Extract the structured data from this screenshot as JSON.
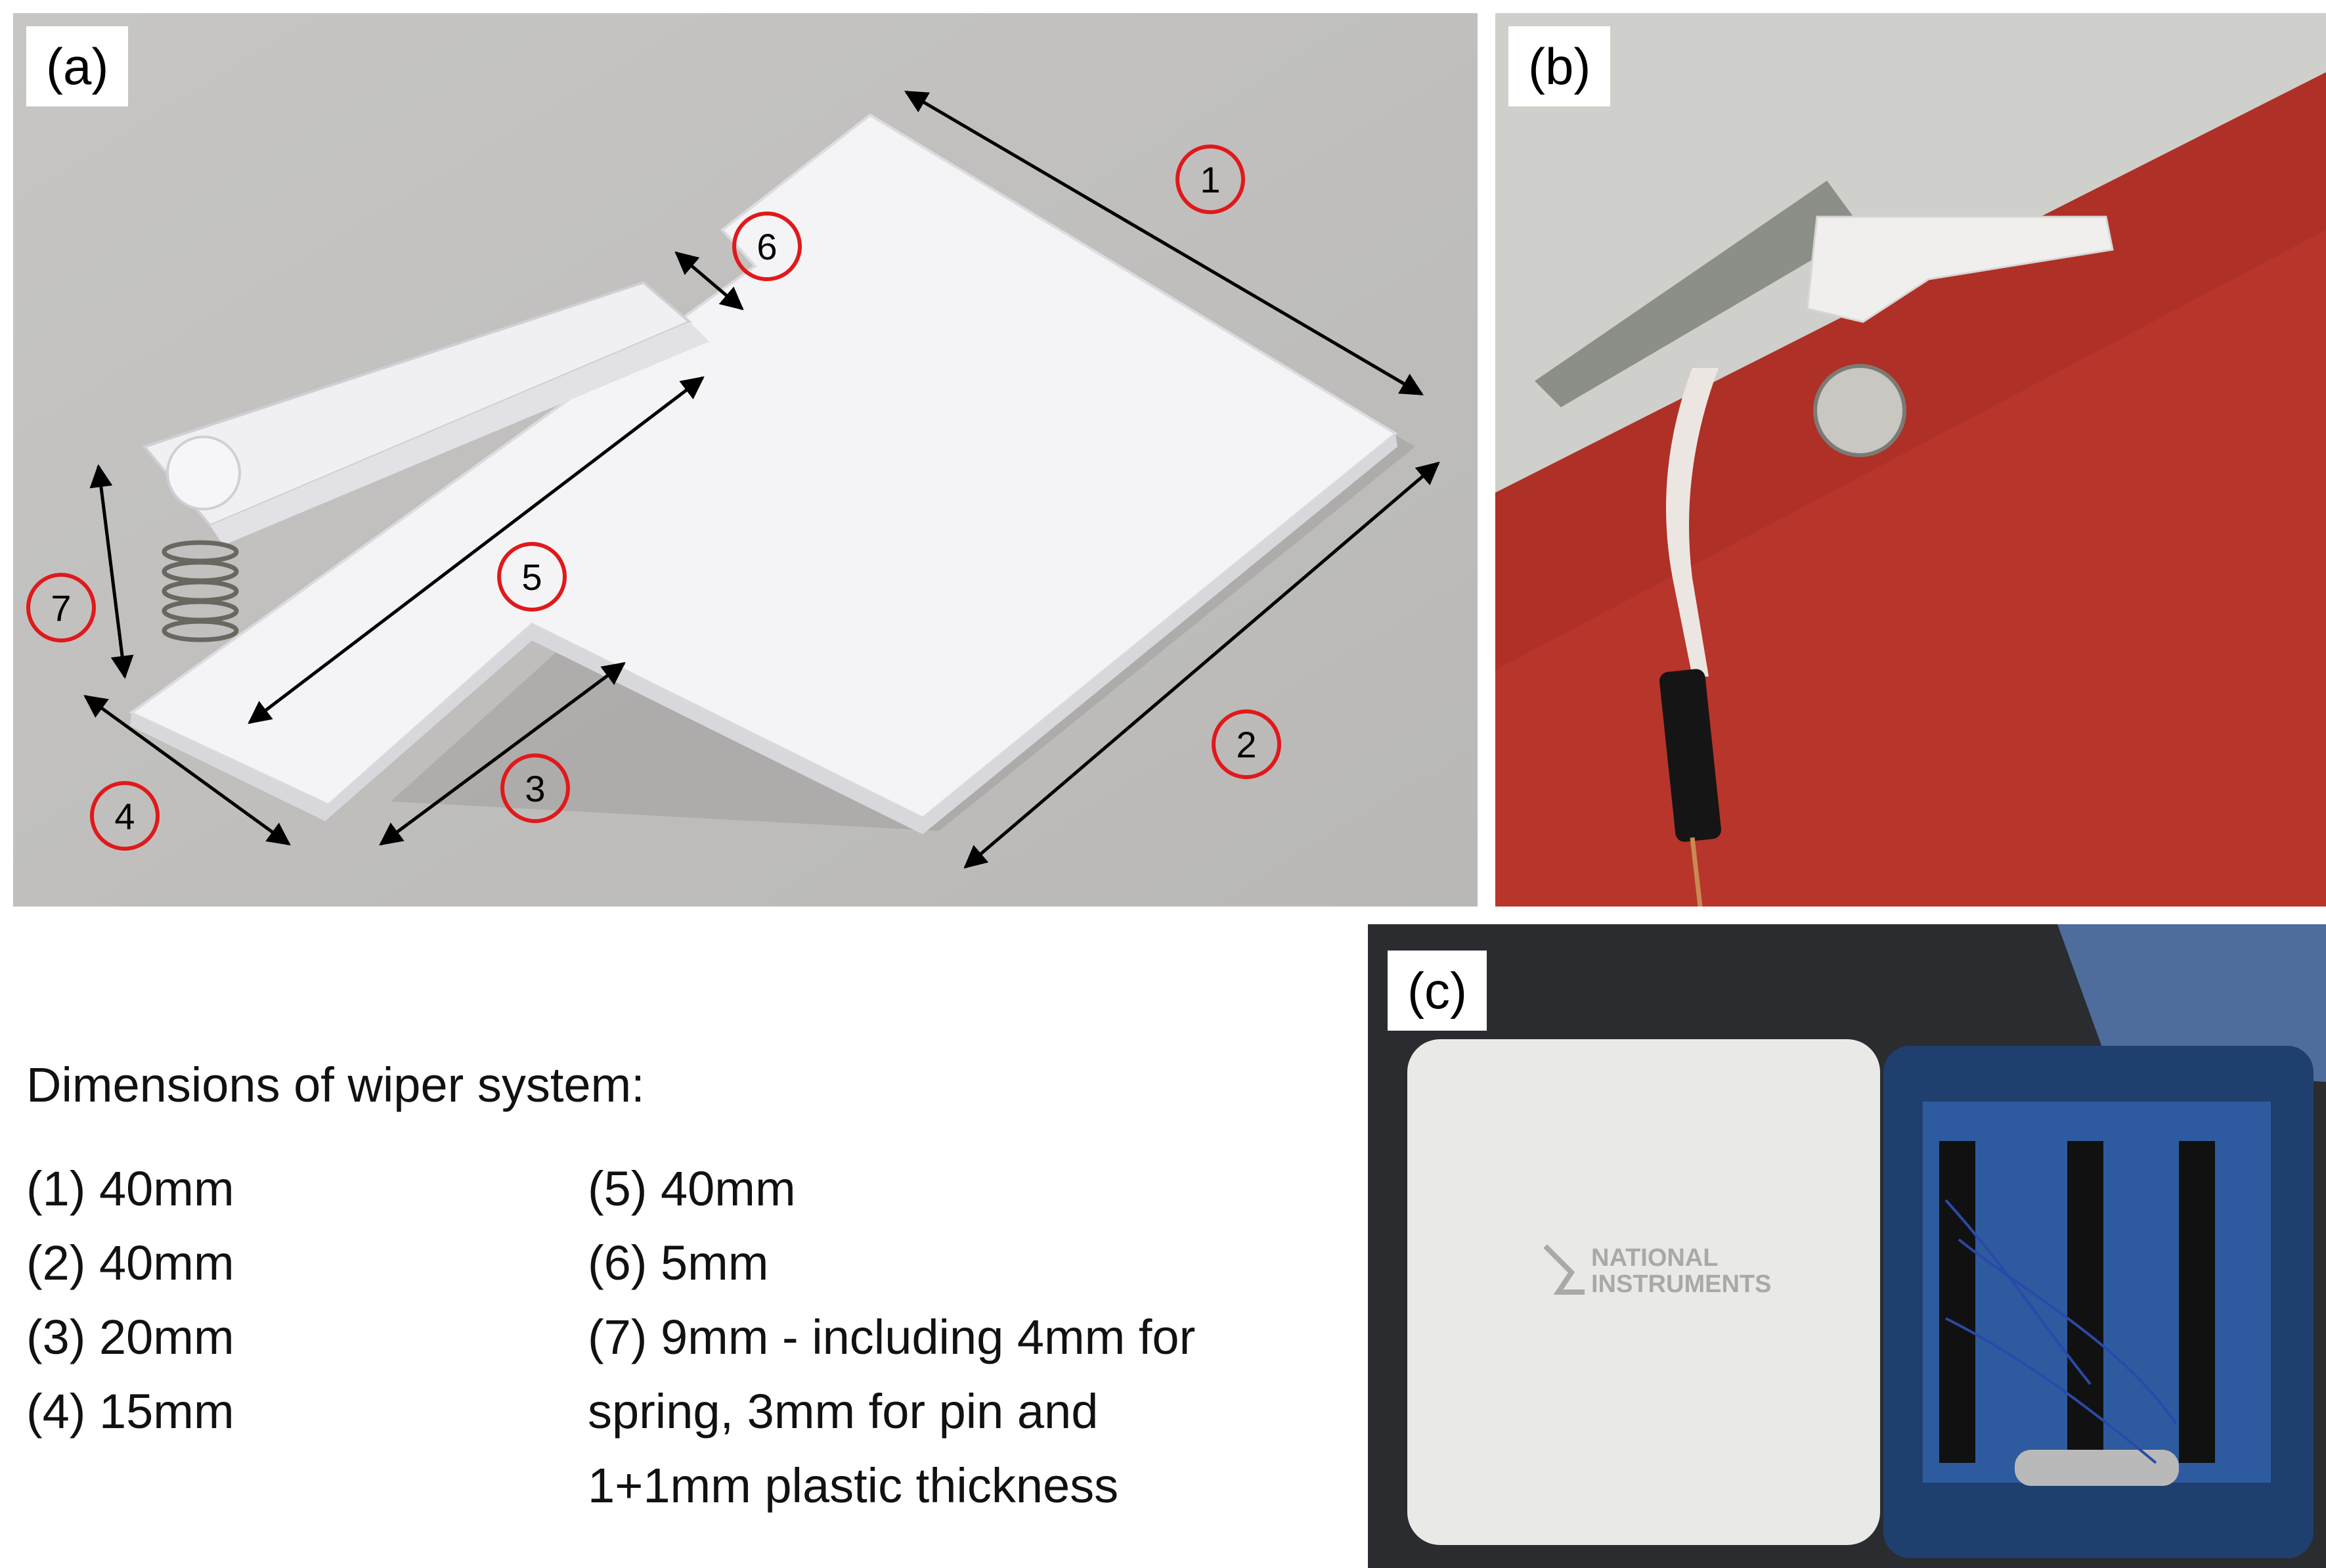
{
  "panels": {
    "a": {
      "label": "(a)",
      "markers": [
        "1",
        "2",
        "3",
        "4",
        "5",
        "6",
        "7"
      ],
      "colors": {
        "marker": "#e0191b",
        "plate": "#f4f4f6",
        "background": "#c9c8c6"
      }
    },
    "b": {
      "label": "(b)",
      "colors": {
        "beam": "#b8352b",
        "ceiling": "#d0d0cc"
      }
    },
    "c": {
      "label": "(c)",
      "logo_text": [
        "NATIONAL",
        "INSTRUMENTS"
      ],
      "colors": {
        "box": "#1f3f6e",
        "lid": "#e9e9e7"
      }
    }
  },
  "dimensions": {
    "title": "Dimensions of wiper system:",
    "left": [
      "(1)  40mm",
      "(2)  40mm",
      "(3)  20mm",
      "(4)  15mm"
    ],
    "right": [
      "(5) 40mm",
      "(6) 5mm",
      "(7) 9mm - including 4mm for",
      "spring, 3mm for pin and",
      "1+1mm plastic thickness"
    ]
  }
}
